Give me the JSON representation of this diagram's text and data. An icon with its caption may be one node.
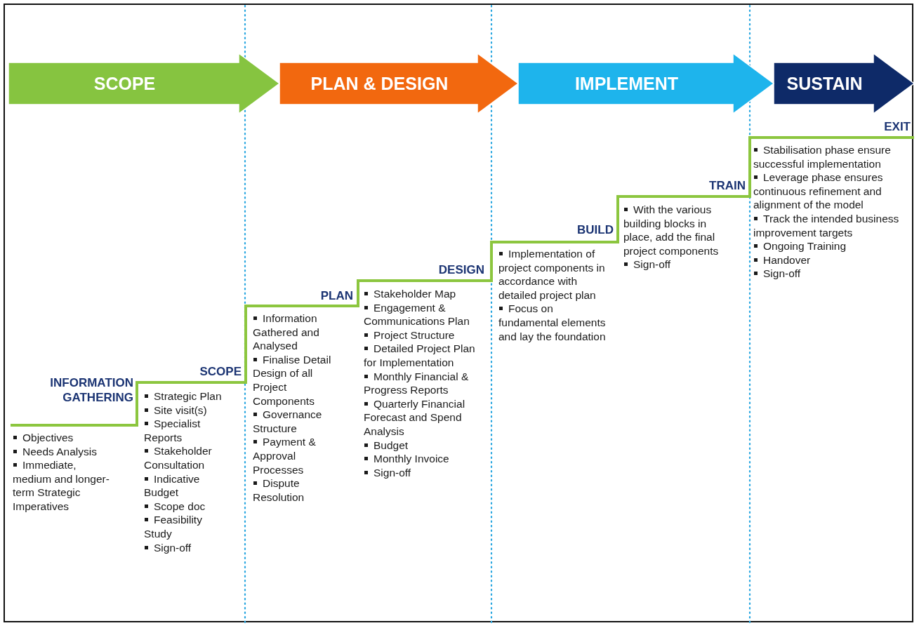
{
  "diagram": {
    "nodes": [
      {
        "text": [
          "SCOPE"
        ]
      },
      {
        "text": [
          "PLAN & DESIGN"
        ]
      },
      {
        "text": [
          "IMPLEMENT"
        ]
      },
      {
        "text": [
          "SUSTAIN"
        ]
      }
    ],
    "labels": [
      "INFORMATION GATHERING",
      "Objectives",
      "Needs Analysis",
      "Immediate, medium and longer-term Strategic Imperatives",
      "SCOPE",
      "Strategic Plan",
      "Site visit(s)",
      "Specialist Reports",
      "Stakeholder Consultation",
      "Indicative Budget",
      "Scope doc",
      "Feasibility Study",
      "Sign-off",
      "PLAN",
      "Information Gathered and Analysed",
      "Finalise Detail Design of all Project Components",
      "Governance Structure",
      "Payment & Approval Processes",
      "Dispute Resolution",
      "DESIGN",
      "Stakeholder Map",
      "Engagement & Communications Plan",
      "Project Structure",
      "Detailed Project Plan for Implementation",
      "Monthly Financial & Progress Reports",
      "Quarterly Financial Forecast and Spend Analysis",
      "Budget",
      "Monthly Invoice",
      "Sign-off",
      "BUILD",
      "Implementation of project components in accordance with detailed project plan",
      "Focus on fundamental elements and lay the foundation",
      "TRAIN",
      "With the various building blocks in place, add the final project components",
      "Sign-off",
      "EXIT",
      "Stabilisation phase ensure successful implementation",
      "Leverage phase ensures continuous refinement and alignment of the model",
      "Track the intended business improvement targets",
      "Ongoing Training",
      "Handover",
      "Sign-off"
    ]
  }
}
